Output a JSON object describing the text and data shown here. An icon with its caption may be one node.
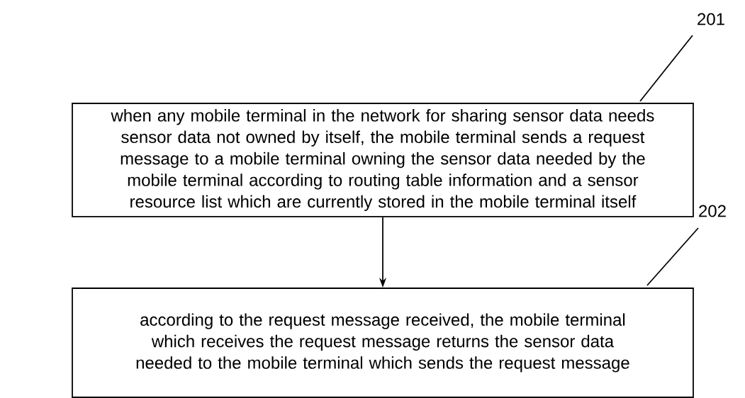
{
  "diagram": {
    "nodes": [
      {
        "text": [
          "when any mobile terminal in the network for sharing sensor data needs sensor data not owned by itself, the mobile terminal sends a request message to a mobile terminal owning the sensor data needed by the mobile terminal according to routing table information and a sensor resource list which are currently stored in the mobile terminal itself"
        ]
      },
      {
        "text": [
          "according to the request message received, the mobile terminal which receives the request message returns the sensor data needed to the mobile terminal which sends the request message"
        ]
      },
      {
        "text": [
          "201"
        ]
      },
      {
        "text": [
          "202"
        ]
      }
    ],
    "edges": [
      {
        "from": 0,
        "to": 1,
        "arrow": "to"
      },
      {
        "from": 2,
        "to": 0,
        "arrow": "none"
      },
      {
        "from": 3,
        "to": 1,
        "arrow": "none"
      }
    ]
  }
}
